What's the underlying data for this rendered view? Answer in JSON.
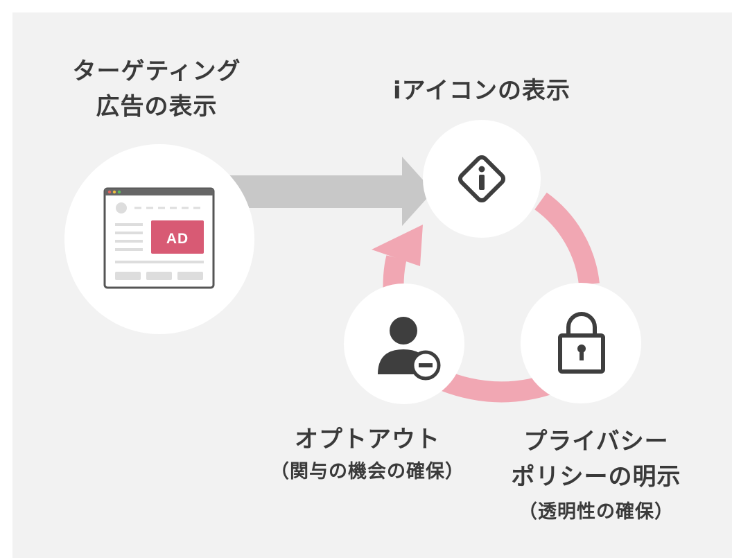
{
  "labels": {
    "targeting_line1": "ターゲティング",
    "targeting_line2": "広告の表示",
    "icon_display": "iアイコンの表示",
    "optout_title": "オプトアウト",
    "optout_sub": "（関与の機会の確保）",
    "privacy_line1": "プライバシー",
    "privacy_line2": "ポリシーの明示",
    "privacy_sub": "（透明性の確保）"
  },
  "ad_badge": "AD",
  "icons": {
    "browser": "browser-window-icon",
    "info": "info-diamond-icon",
    "lock": "padlock-icon",
    "user": "user-minus-icon"
  },
  "colors": {
    "panel_bg": "#f2f2f2",
    "circle": "#ffffff",
    "arrow_gray": "#c8c8c8",
    "cycle_pink": "#f1a7b3",
    "ad_pink": "#d85a74",
    "icon_dark": "#3e3e3e"
  }
}
